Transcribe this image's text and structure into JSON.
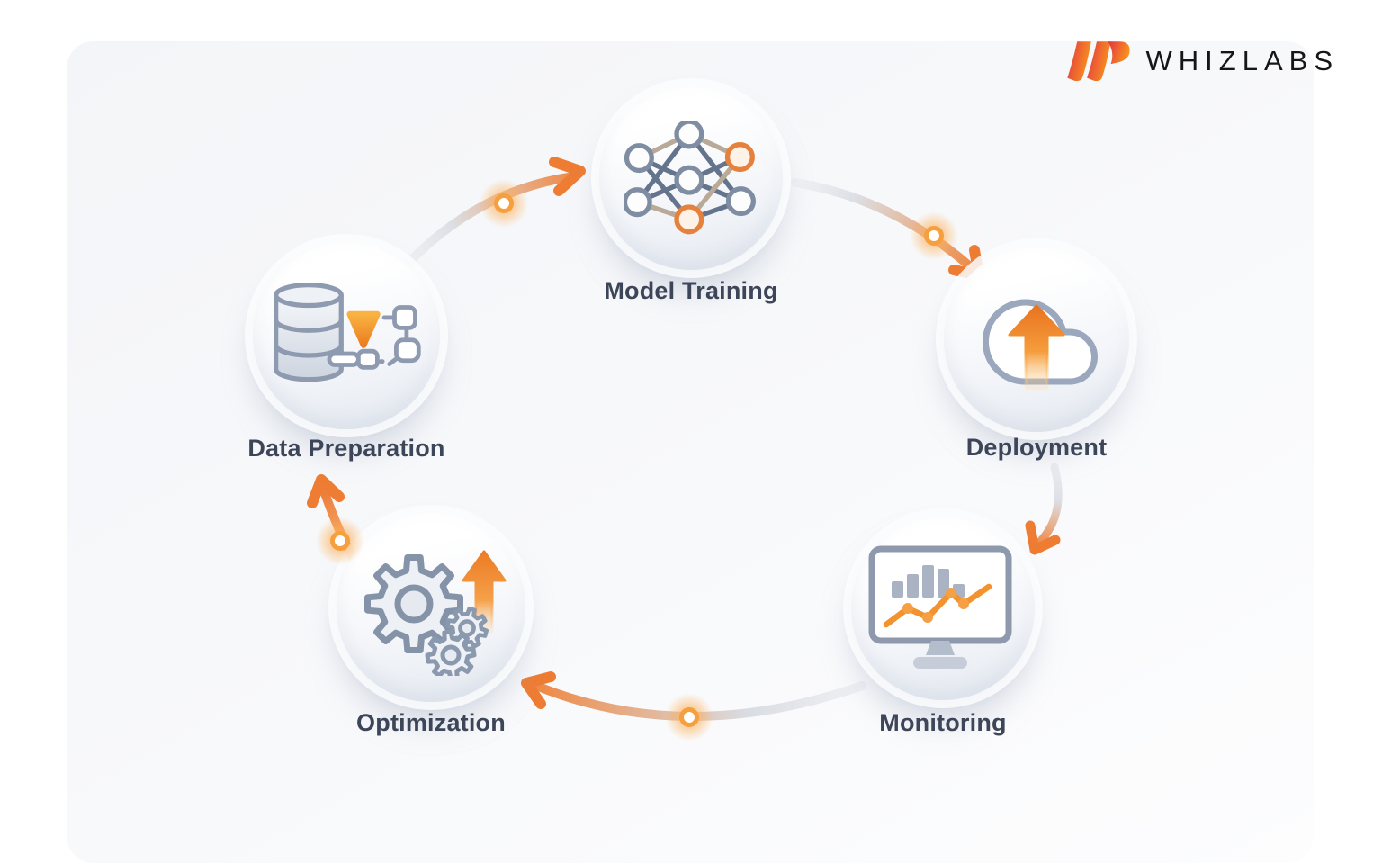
{
  "brand": {
    "name": "WHIZLABS"
  },
  "diagram": {
    "nodes": [
      {
        "id": "data-preparation",
        "label": "Data Preparation",
        "icon": "database-transform-icon"
      },
      {
        "id": "model-training",
        "label": "Model Training",
        "icon": "neural-network-icon"
      },
      {
        "id": "deployment",
        "label": "Deployment",
        "icon": "cloud-upload-icon"
      },
      {
        "id": "monitoring",
        "label": "Monitoring",
        "icon": "monitor-analytics-icon"
      },
      {
        "id": "optimization",
        "label": "Optimization",
        "icon": "gears-upgrade-icon"
      }
    ],
    "connections": [
      {
        "from": "Data Preparation",
        "to": "Model Training"
      },
      {
        "from": "Model Training",
        "to": "Deployment"
      },
      {
        "from": "Deployment",
        "to": "Monitoring"
      },
      {
        "from": "Monitoring",
        "to": "Optimization"
      },
      {
        "from": "Optimization",
        "to": "Data Preparation"
      }
    ],
    "colors": {
      "accent_orange": "#F08440",
      "node_stroke": "#8E9AB0",
      "label_color": "#3D4659",
      "logo_gradient_start": "#E23347",
      "logo_gradient_end": "#F8921C"
    }
  }
}
